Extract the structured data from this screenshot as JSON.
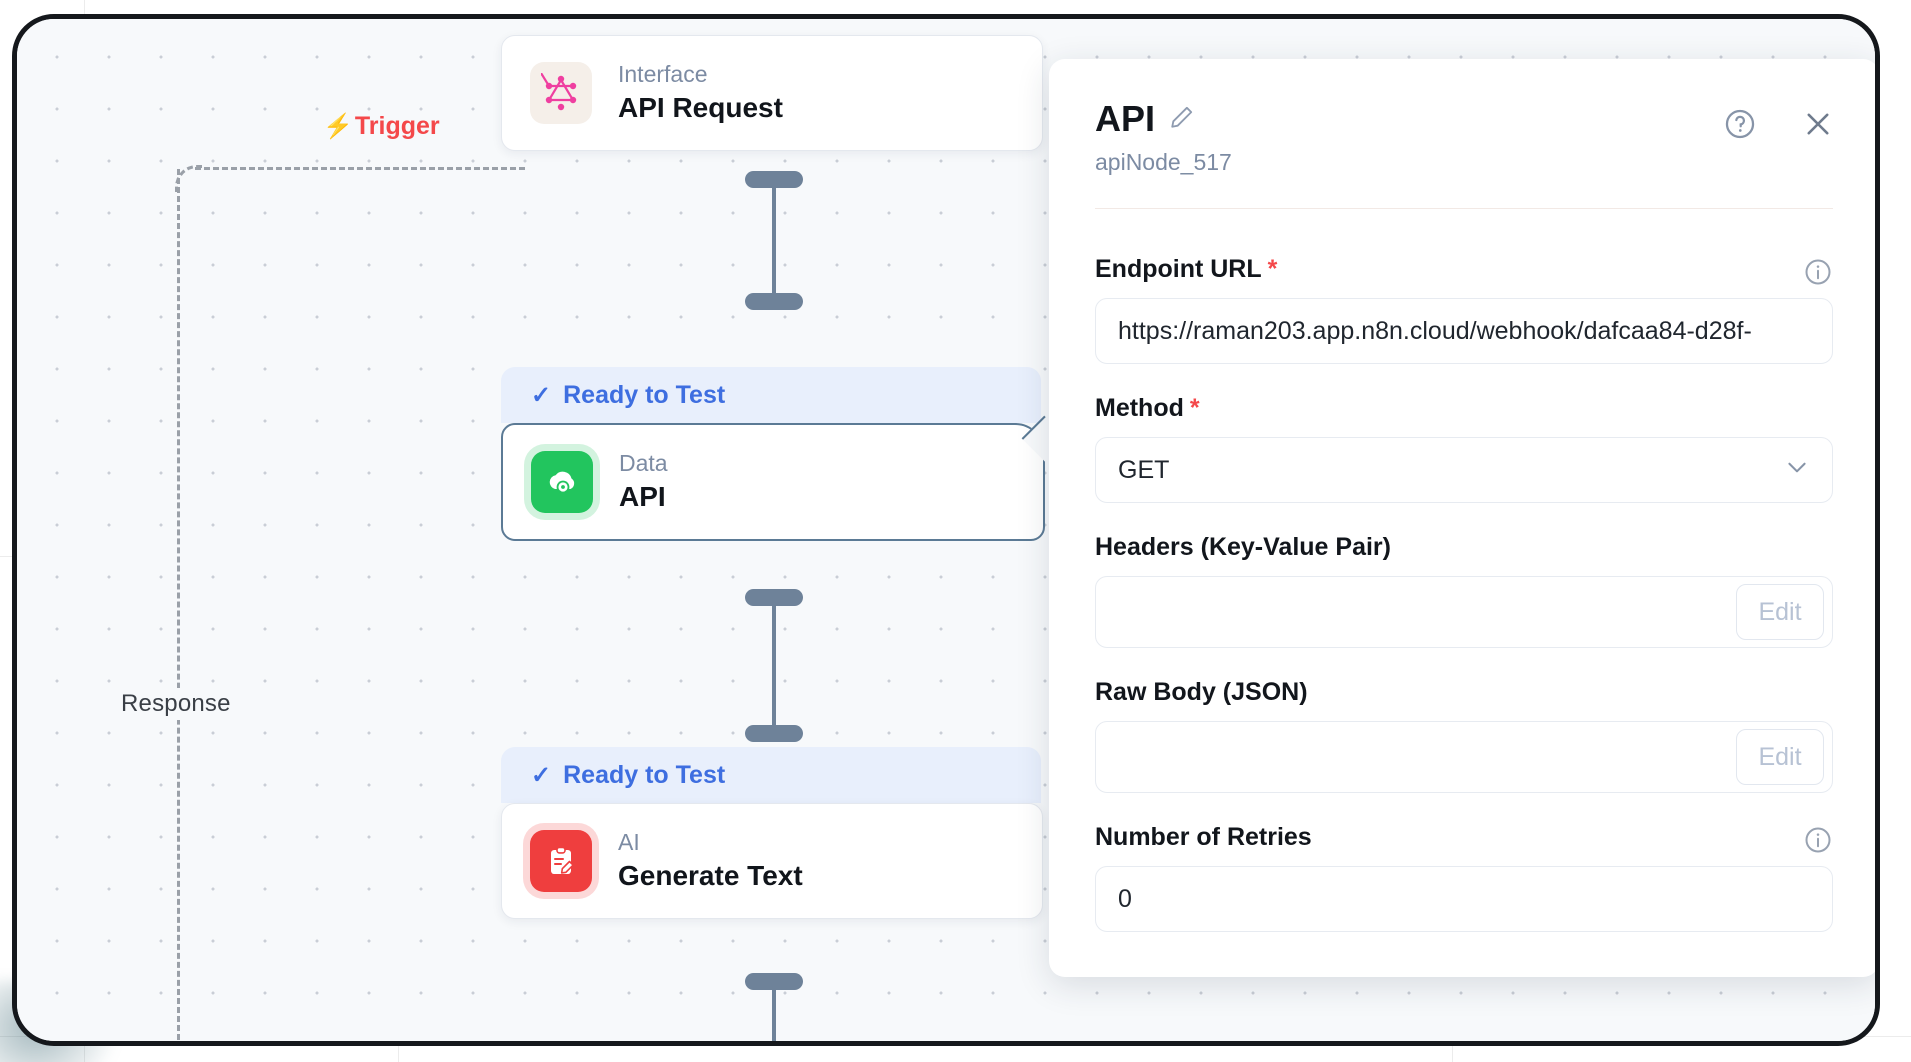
{
  "canvas": {
    "trigger_label": "Trigger",
    "response_label": "Response",
    "bolt_icon": "bolt-icon",
    "nodes": [
      {
        "kind": "Interface",
        "title": "API Request",
        "icon": "graphql-icon",
        "badge": ""
      },
      {
        "kind": "Data",
        "title": "API",
        "icon": "cloud-gear-icon",
        "badge": "Ready to Test"
      },
      {
        "kind": "AI",
        "title": "Generate Text",
        "icon": "clipboard-pencil-icon",
        "badge": "Ready to Test"
      }
    ],
    "badge_check": "✓"
  },
  "panel": {
    "title": "API",
    "edit_title_icon": "pencil-icon",
    "subtitle": "apiNode_517",
    "help_icon": "help-circle-icon",
    "close_icon": "close-icon",
    "fields": {
      "endpoint": {
        "label": "Endpoint URL",
        "required": "*",
        "info_icon": "info-icon",
        "value": "https://raman203.app.n8n.cloud/webhook/dafcaa84-d28f-"
      },
      "method": {
        "label": "Method",
        "required": "*",
        "value": "GET",
        "chevron_icon": "chevron-down-icon"
      },
      "headers": {
        "label": "Headers (Key-Value Pair)",
        "value": "",
        "edit_label": "Edit"
      },
      "raw_body": {
        "label": "Raw Body (JSON)",
        "value": "",
        "edit_label": "Edit"
      },
      "retries": {
        "label": "Number of Retries",
        "info_icon": "info-icon",
        "value": "0"
      }
    }
  },
  "colors": {
    "accent_blue": "#3e6ee0",
    "trigger_red": "#f4484a",
    "node_green": "#22c55e",
    "node_red": "#ef3e3e",
    "node_pink": "#ef3fa0",
    "selected_border": "#5b7a95"
  }
}
